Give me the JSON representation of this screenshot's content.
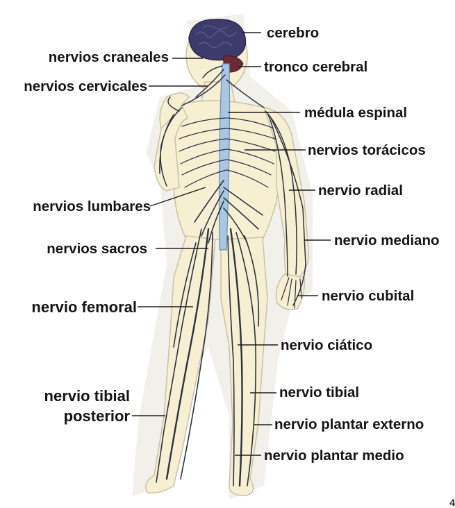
{
  "labels": {
    "cerebro": "cerebro",
    "tronco_cerebral": "tronco cerebral",
    "nervios_craneales": "nervios craneales",
    "nervios_cervicales": "nervios cervicales",
    "medula_espinal": "médula espinal",
    "nervios_toracicos": "nervios torácicos",
    "nervio_radial": "nervio radial",
    "nervios_lumbares": "nervios lumbares",
    "nervio_mediano": "nervio mediano",
    "nervios_sacros": "nervios sacros",
    "nervio_cubital": "nervio cubital",
    "nervio_femoral": "nervio femoral",
    "nervio_ciatico": "nervio ciático",
    "nervio_tibial": "nervio tibial",
    "nervio_tibial_posterior_1": "nervio tibial",
    "nervio_tibial_posterior_2": "posterior",
    "nervio_plantar_externo": "nervio plantar externo",
    "nervio_plantar_medio": "nervio plantar medio"
  },
  "page_number": "4",
  "colors": {
    "brain": "#3d3b6b",
    "brainstem": "#6b2a35",
    "spinal_cord": "#a9c6e2",
    "skin": "#f6efd2",
    "nerve": "#2b3140"
  }
}
